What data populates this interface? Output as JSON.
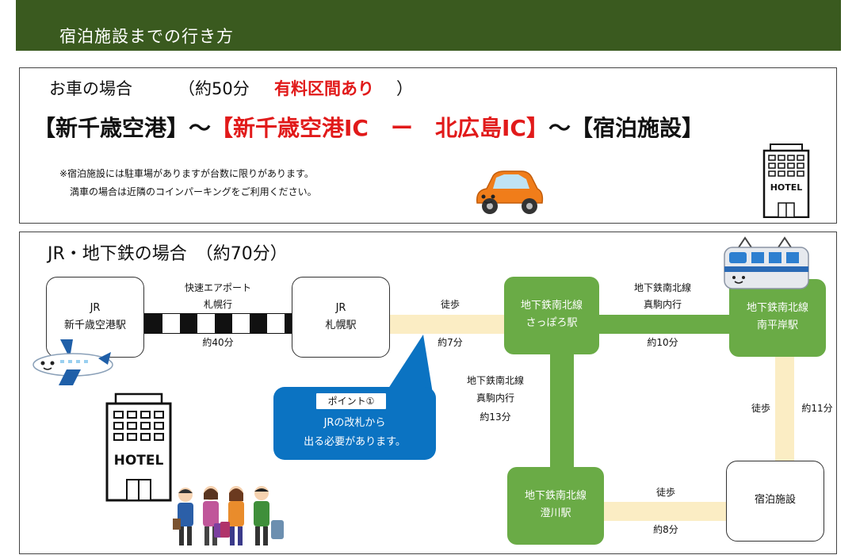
{
  "header": {
    "title": "宿泊施設までの行き方"
  },
  "car": {
    "title": "お車の場合",
    "time": "（約50分",
    "toll": "有料区間あり",
    "close": "）",
    "route": {
      "start": "【新千歳空港】～",
      "highway": "【新千歳空港IC　ー　北広島IC】",
      "end": "～【宿泊施設】"
    },
    "note_line1": "※宿泊施設には駐車場がありますが台数に限りがあります。",
    "note_line2": "満車の場合は近隣のコインパーキングをご利用ください。",
    "hotel_sign": "HOTEL"
  },
  "transit": {
    "title": "JR・地下鉄の場合　（約70分）",
    "stations": {
      "chitose": {
        "line1": "JR",
        "line2": "新千歳空港駅"
      },
      "sapporo_jr": {
        "line1": "JR",
        "line2": "札幌駅"
      },
      "sapporo_sub": {
        "line1": "地下鉄南北線",
        "line2": "さっぽろ駅"
      },
      "minami_hiragishi": {
        "line1": "地下鉄南北線",
        "line2": "南平岸駅"
      },
      "sumikawa": {
        "line1": "地下鉄南北線",
        "line2": "澄川駅"
      },
      "hotel": {
        "line1": "宿泊施設"
      }
    },
    "legs": {
      "rail_top1": "快速エアポート",
      "rail_top2": "札幌行",
      "rail_time": "約40分",
      "walk1_label": "徒歩",
      "walk1_time": "約7分",
      "sub1_top1": "地下鉄南北線",
      "sub1_top2": "真駒内行",
      "sub1_time": "約10分",
      "sub2_line1": "地下鉄南北線",
      "sub2_line2": "真駒内行",
      "sub2_time": "約13分",
      "walk2_label": "徒歩",
      "walk2_time": "約11分",
      "walk3_label": "徒歩",
      "walk3_time": "約8分"
    },
    "callout": {
      "tag": "ポイント①",
      "line1": "JRの改札から",
      "line2": "出る必要があります。"
    },
    "hotel_sign": "HOTEL"
  },
  "colors": {
    "header_green": "#3a5a1f",
    "station_green": "#6aab46",
    "walk_beige": "#fbedc4",
    "toll_red": "#e11a1a",
    "callout_blue": "#0b73c2"
  }
}
